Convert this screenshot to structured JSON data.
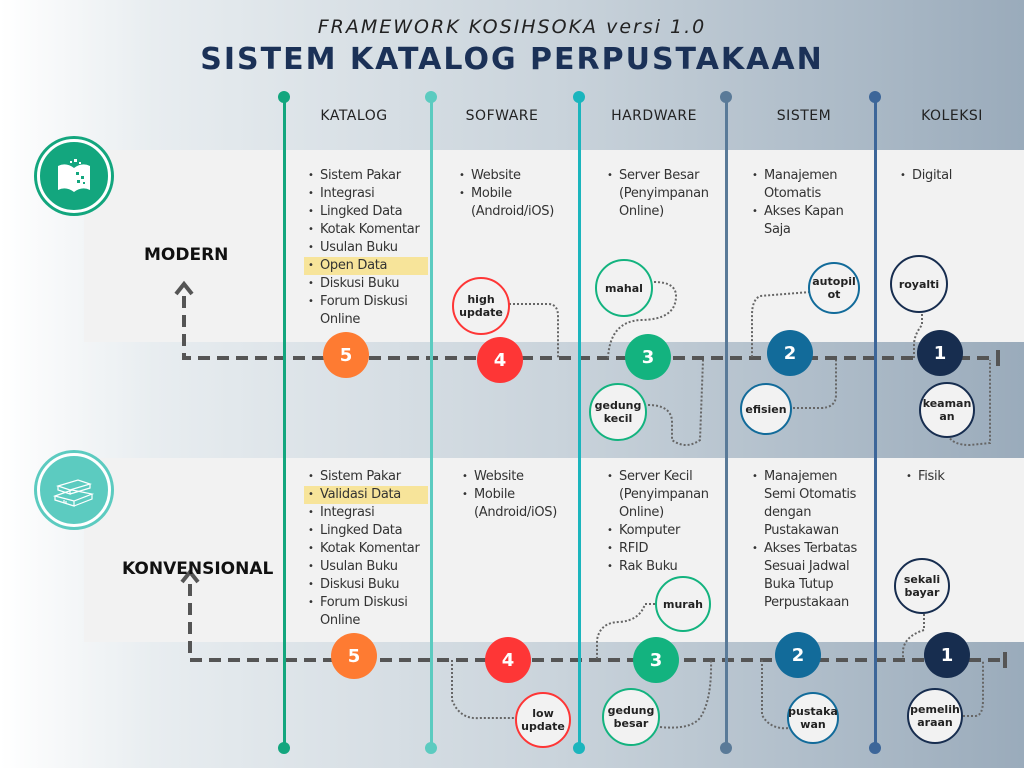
{
  "header": {
    "subtitle": "FRAMEWORK KOSIHSOKA  versi 1.0",
    "title": "SISTEM KATALOG PERPUSTAKAAN"
  },
  "columns": [
    {
      "label": "KATALOG",
      "color": "#13a67e"
    },
    {
      "label": "SOFWARE",
      "color": "#5ccbc0"
    },
    {
      "label": "HARDWARE",
      "color": "#1bb5bd"
    },
    {
      "label": "SISTEM",
      "color": "#5a7a98"
    },
    {
      "label": "KOLEKSI",
      "color": "#3d6699"
    }
  ],
  "modern": {
    "label": "MODERN",
    "icon": "open-book-digital-icon",
    "katalog": [
      "Sistem Pakar",
      "Integrasi",
      "Lingked Data",
      "Kotak Komentar",
      "Usulan Buku",
      "Open Data",
      "Diskusi Buku",
      "Forum Diskusi Online"
    ],
    "katalog_highlight": "Open Data",
    "software": [
      "Website",
      "Mobile (Android/iOS)"
    ],
    "hardware": [
      "Server Besar (Penyimpanan Online)"
    ],
    "sistem": [
      "Manajemen Otomatis",
      "Akses Kapan Saja"
    ],
    "koleksi": [
      "Digital"
    ],
    "steps": [
      "5",
      "4",
      "3",
      "2",
      "1"
    ],
    "bubbles": {
      "software_top": "high update",
      "hardware_top": "mahal",
      "hardware_bottom": "gedung kecil",
      "sistem_top": "autopil ot",
      "sistem_bottom": "efisien",
      "koleksi_top": "royalti",
      "koleksi_bottom": "keaman an"
    }
  },
  "konvensional": {
    "label": "KONVENSIONAL",
    "icon": "stacked-books-icon",
    "katalog": [
      "Sistem Pakar",
      "Validasi Data",
      "Integrasi",
      "Lingked Data",
      "Kotak Komentar",
      "Usulan Buku",
      "Diskusi Buku",
      "Forum Diskusi Online"
    ],
    "katalog_highlight": "Validasi Data",
    "software": [
      "Website",
      "Mobile (Android/iOS)"
    ],
    "hardware": [
      "Server Kecil (Penyimpanan Online)",
      "Komputer",
      "RFID",
      "Rak Buku"
    ],
    "sistem": [
      "Manajemen Semi Otomatis dengan Pustakawan",
      "Akses Terbatas Sesuai Jadwal Buka Tutup Perpustakaan"
    ],
    "koleksi": [
      "Fisik"
    ],
    "steps": [
      "5",
      "4",
      "3",
      "2",
      "1"
    ],
    "bubbles": {
      "software_bottom": "low update",
      "hardware_top": "murah",
      "hardware_bottom": "gedung besar",
      "sistem_bottom": "pustaka wan",
      "koleksi_top": "sekali bayar",
      "koleksi_bottom": "pemelih araan"
    }
  },
  "colors": {
    "step5": "#fe7b32",
    "step4": "#fe3636",
    "step3": "#13b37f",
    "step2": "#126b9a",
    "step1": "#172d4f",
    "title": "#1b3157"
  }
}
